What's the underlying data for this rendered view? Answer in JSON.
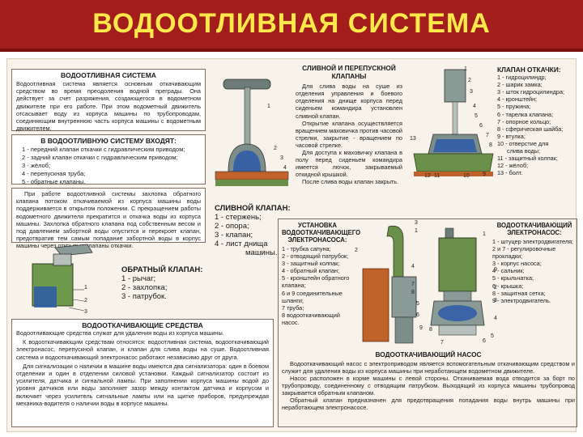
{
  "title": "ВОДООТЛИВНАЯ СИСТЕМА",
  "sec_water": {
    "title": "ВОДООТЛИВНАЯ СИСТЕМА",
    "text": "Водоотливная система является основным откачивающим средством во время преодоления водной преграды. Она действует за счет разряжения, создающегося в водометном движителе при его работе. При этом водометный движитель отсасывает воду из корпуса машины по трубопроводам, соединяющим внутреннюю часть корпуса машины с водометным движителем."
  },
  "sec_contains": {
    "title": "В ВОДООТЛИВНУЮ СИСТЕМУ ВХОДЯТ:",
    "items": [
      "1 - передний клапан откачки с гидравлическим приводом;",
      "2 - задний клапан откачки с гидравлическим приводом;",
      "3 - жёлоб;",
      "4 - перепускная труба;",
      "5 - обратные клапаны."
    ]
  },
  "sec_work": {
    "text": "При работе водоотливной системы захлопка обратного клапана потоком откачиваемой из корпуса машины воды поддерживается в открытом положении. С прекращением работы водометного движителя прекратится и откачка воды из корпуса машины. Захлопка обратного клапана под собственным весом и под давлением забортной воды опустится и перекроет клапан, предотвратив тем самым попадание забортной воды в корпус машины через открытые клапаны откачки."
  },
  "check_valve": {
    "title": "ОБРАТНЫЙ КЛАПАН:",
    "items": [
      "1 - рычаг;",
      "2 - захлопка;",
      "3 - патрубок."
    ],
    "callouts": [
      "1",
      "2",
      "3"
    ]
  },
  "sec_means": {
    "title": "ВОДООТКАЧИВАЮЩИЕ СРЕДСТВА",
    "p1": "Водоотливающие средства служат для удаления воды из корпуса машины.",
    "p2": "К водооткачивающим средствам относятся: водоотливная система, водооткачивающий электронасос, перепускной клапан, и клапан для слива воды на суше. Водоотливная система и водооткачивающий электронасос работают независимо друг от друга.",
    "p3": "Для сигнализации о наличии в машине воды имеются два сигнализатора: один в боевом отделении и один в отделении силовой установки. Каждый сигнализатор состоит из усилителя, датчика и сигнальной лампы. При заполнении корпуса машины водой до уровня датчиков или воды заполняет зазор между контактом датчика и корпусом и включает через усилитель сигнальные лампы или на щитке приборов, предупреждая механика-водителя о наличии воды в корпусе машины."
  },
  "drain_valve": {
    "title": "СЛИВНОЙ КЛАПАН:",
    "items": [
      "1 - стержень;",
      "2 - опора;",
      "3 - клапан;",
      "4 - лист днища"
    ],
    "item_extra": "машины.",
    "callouts": [
      "1",
      "2",
      "3",
      "4"
    ]
  },
  "bypass": {
    "title": "СЛИВНОЙ И ПЕРЕПУСКНОЙ КЛАПАНЫ",
    "p1": "Для слива воды на суше из отделения управления и боевого отделения на днище корпуса перед сиденьем командира установлен сливной клапан.",
    "p2": "Открытие клапана осуществляется вращением маховичка против часовой стрелки, закрытие - вращением по часовой стрелке.",
    "p3": "Для доступа к маховичку клапана в полу перед сиденьем командира имеется лючок, закрываемый откидной крышкой.",
    "p4": "После слива воды клапан закрыть."
  },
  "pump_valve": {
    "title": "КЛАПАН ОТКАЧКИ:",
    "items": [
      "1 - гидроцилиндр;",
      "2 - шарик замка;",
      "3 - шток гидроцилиндра;",
      "4 - кронштейн;",
      "5 - пружина;",
      "6 - тарелка клапана;",
      "7 - опорное кольцо;",
      "8 - сферическая шайба;",
      "9 - втулка;",
      "10 - отверстие для",
      "слива воды;",
      "11 - защитный колпак;",
      "12 - жёлоб;",
      "13 - болт."
    ],
    "callouts": [
      "1",
      "2",
      "3",
      "4",
      "5",
      "6",
      "7",
      "8",
      "9",
      "10",
      "11",
      "12",
      "13"
    ]
  },
  "pump_install": {
    "title": "УСТАНОВКА ВОДООТКАЧИВАЮЩЕГО ЭЛЕКТРОНАСОСА:",
    "items": [
      "1 - трубка сапуна;",
      "2 - отводящий патрубок;",
      "3 - защитный колпак;",
      "4 - обратный клапан;",
      "5 - кронштейн обратного клапана;",
      "6 и 9 соединительные шланги;",
      "7 труба;",
      "8 водооткачивающий насос."
    ],
    "callouts": [
      "1",
      "2",
      "3",
      "4",
      "5",
      "6",
      "7",
      "8",
      "9"
    ]
  },
  "pump_electric": {
    "title": "ВОДООТКАЧИВАЮЩИЙ ЭЛЕКТРОНАСОС:",
    "items": [
      "1 - штуцер электродвигателя;",
      "2 и 7 - регулировочные прокладки;",
      "3 - корпус насоса;",
      "4 - сальник;",
      "5 - крыльчатка;",
      "6 - крышка;",
      "8 - защитная сетка;",
      "9 - электродвигатель."
    ],
    "callouts": [
      "1",
      "2",
      "3",
      "4",
      "5",
      "6",
      "7",
      "8",
      "9"
    ]
  },
  "pump_caption": {
    "title": "ВОДООТКАЧИВАЮЩИЙ НАСОС",
    "p1": "Водооткачивающий насос с электроприводом является вспомогательным откачивающим средством и служит для удаления воды из корпуса машины при неработающем водометном движителе.",
    "p2": "Насос расположен в корме машины с левой стороны. Откачиваемая вода отводится за борт по трубопроводу, соединенному с отводящим патрубком. Выходящий из корпуса машины трубопровод закрывается обратным клапаном.",
    "p3": "Обратный клапан предназначен для предотвращения попадания воды внутрь машины при неработающем электронасосе."
  },
  "colors": {
    "banner": "#a41d1d",
    "title": "#ffe94a",
    "metal": "#8a9a96",
    "water": "#2c5aa8",
    "green": "#6a8f4a",
    "rust": "#c1622a"
  }
}
